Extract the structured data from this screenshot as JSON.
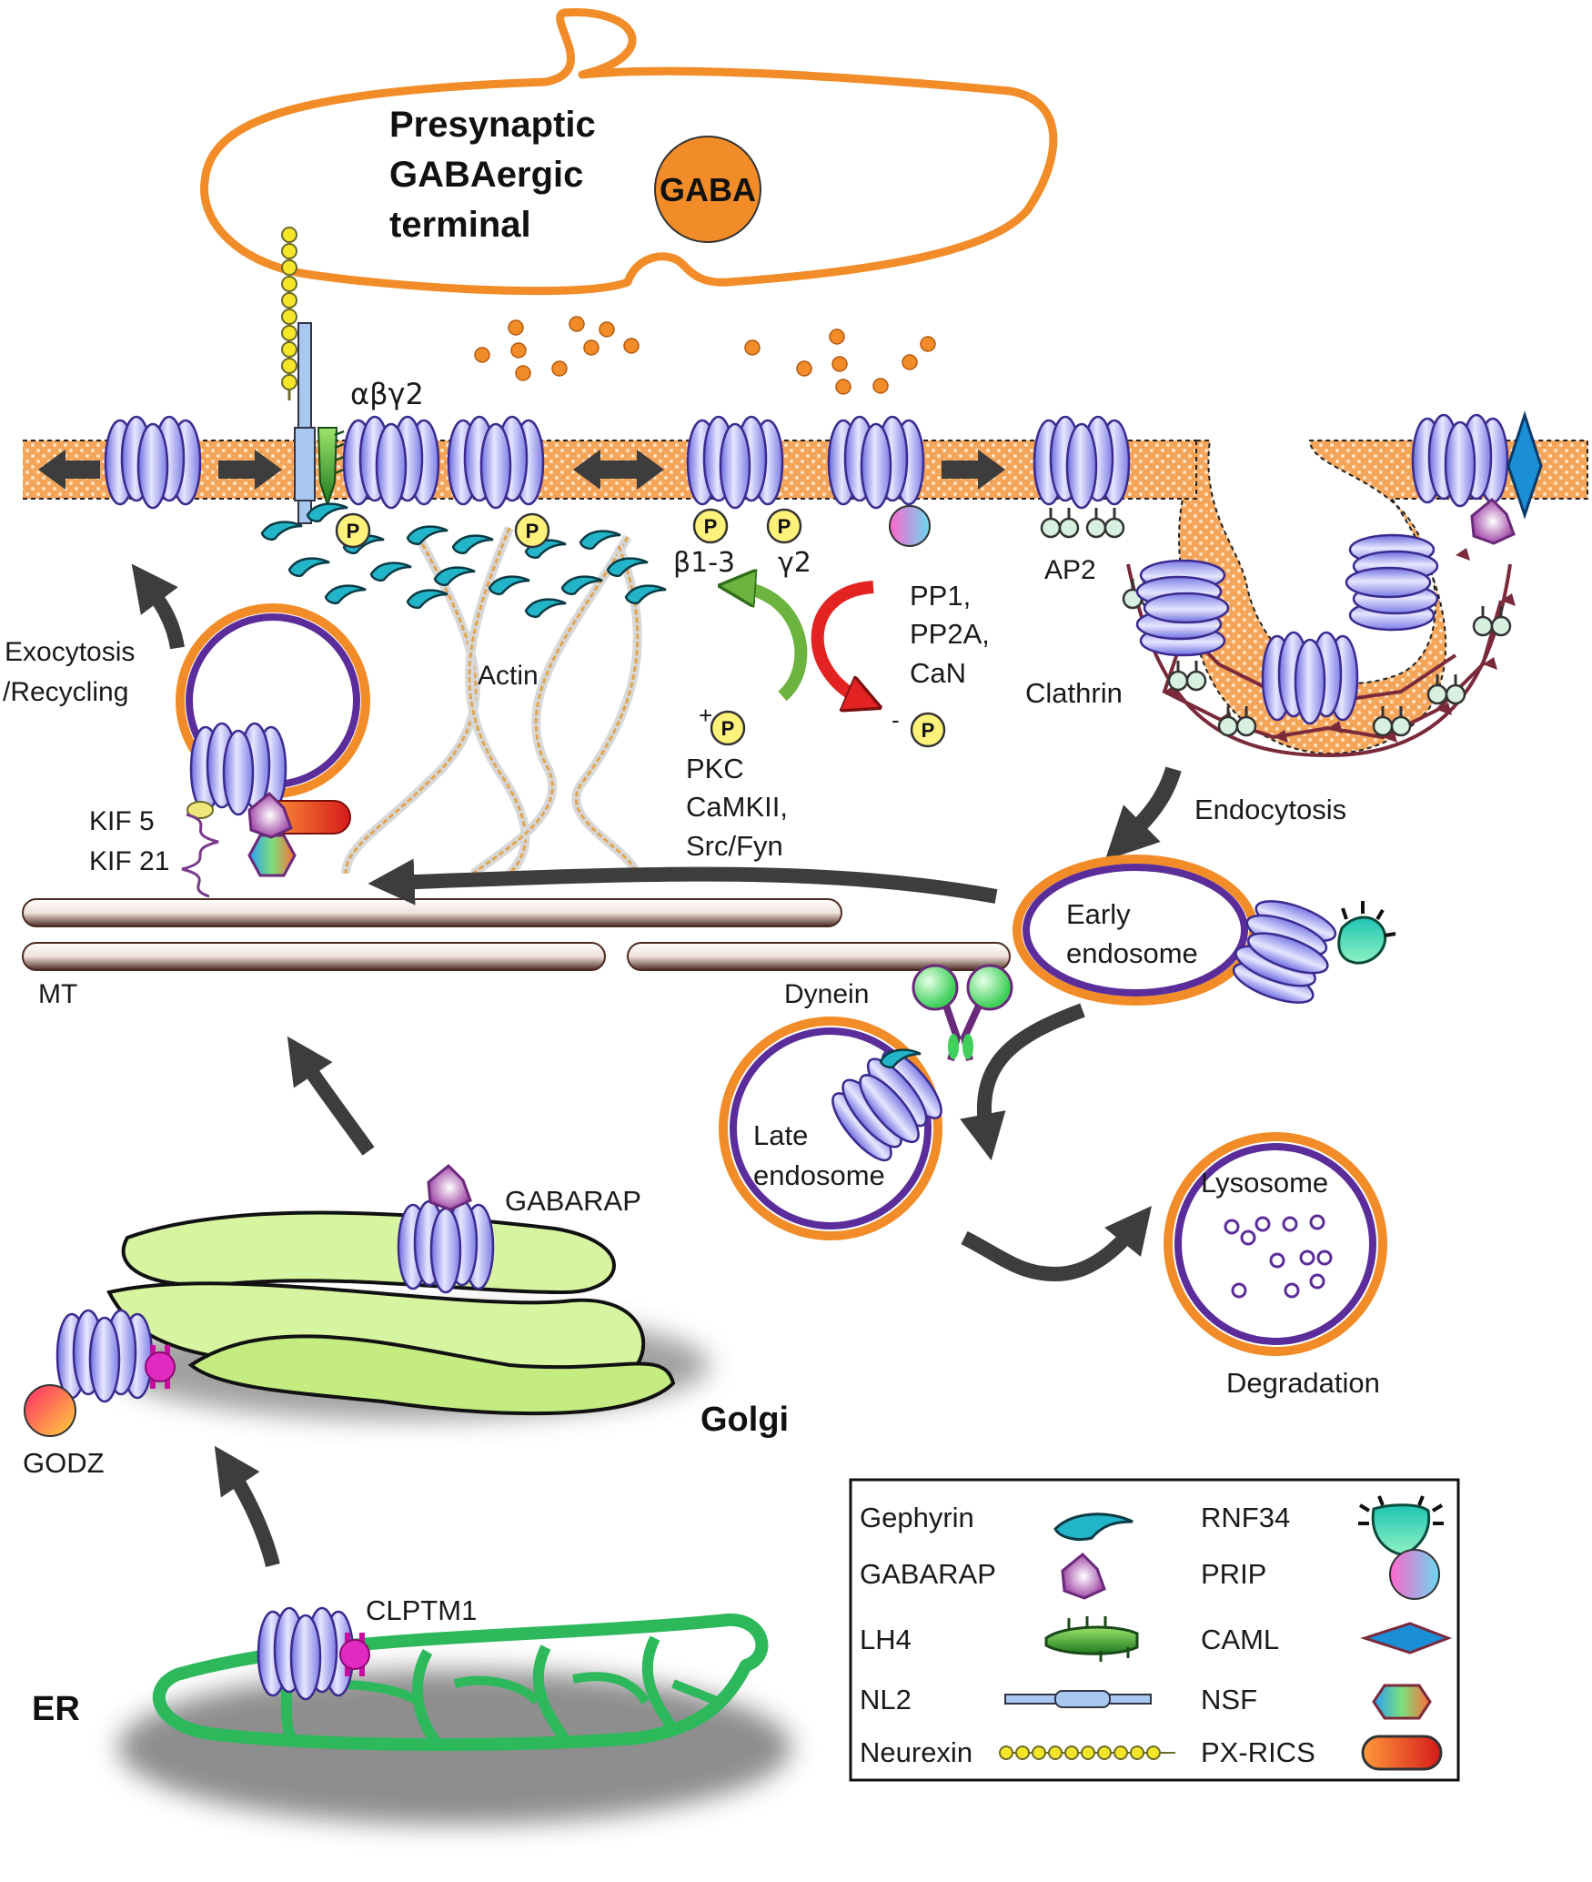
{
  "presynaptic": {
    "line1": "Presynaptic",
    "line2": "GABAergic",
    "line3": "terminal",
    "gaba": "GABA"
  },
  "membrane": {
    "receptor_subunits": "αβγ2",
    "beta": "β1-3",
    "gamma": "γ2",
    "p": "P",
    "ap2": "AP2",
    "clathrin": "Clathrin",
    "endocytosis": "Endocytosis"
  },
  "phospho": {
    "kinases": [
      "PKC",
      "CaMKII,",
      "Src/Fyn"
    ],
    "phosphatases": [
      "PP1,",
      "PP2A,",
      "CaN"
    ],
    "plus": "+",
    "minus": "-"
  },
  "cytoskeleton": {
    "actin": "Actin",
    "mt": "MT",
    "dynein": "Dynein",
    "kif": [
      "KIF 5",
      "KIF 21"
    ]
  },
  "trafficking": {
    "exocytosis": [
      "Exocytosis",
      "/Recycling"
    ],
    "early": [
      "Early",
      "endosome"
    ],
    "late": [
      "Late",
      "endosome"
    ],
    "lysosome": "Lysosome",
    "degradation": "Degradation"
  },
  "organelles": {
    "golgi": "Golgi",
    "er": "ER",
    "gabarap": "GABARAP",
    "godz": "GODZ",
    "clptm1": "CLPTM1"
  },
  "legend": {
    "left": [
      "Gephyrin",
      "GABARAP",
      "LH4",
      "NL2",
      "Neurexin"
    ],
    "right": [
      "RNF34",
      "PRIP",
      "CAML",
      "NSF",
      "PX-RICS"
    ]
  },
  "colors": {
    "terminal": "#f28c28",
    "membrane": "#f4a55a",
    "receptor": "#9b9bf0",
    "gephyrin": "#22b5c9",
    "phospho_p": "#fff27a",
    "endosome_outer": "#f28c28",
    "endosome_inner": "#5b2d9a",
    "golgi": "#d7f5a0",
    "er": "#2eb85c",
    "clathrin": "#7a2a3a",
    "mt": "#5a3a30",
    "arrow": "#3d3d3d"
  }
}
